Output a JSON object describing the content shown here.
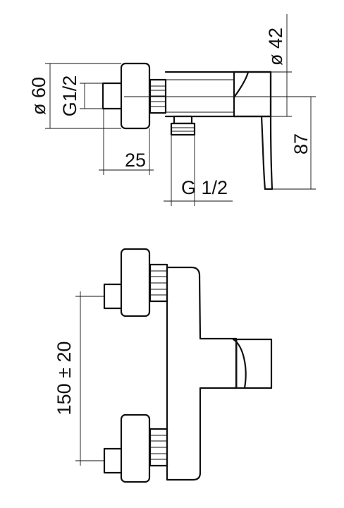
{
  "dimensions": {
    "dia_60": "ø 60",
    "thread_inlet": "G1/2",
    "dia_42": "ø 42",
    "height_87": "87",
    "offset_25": "25",
    "thread_outlet": "G 1/2",
    "centers_150": "150 ± 20"
  }
}
